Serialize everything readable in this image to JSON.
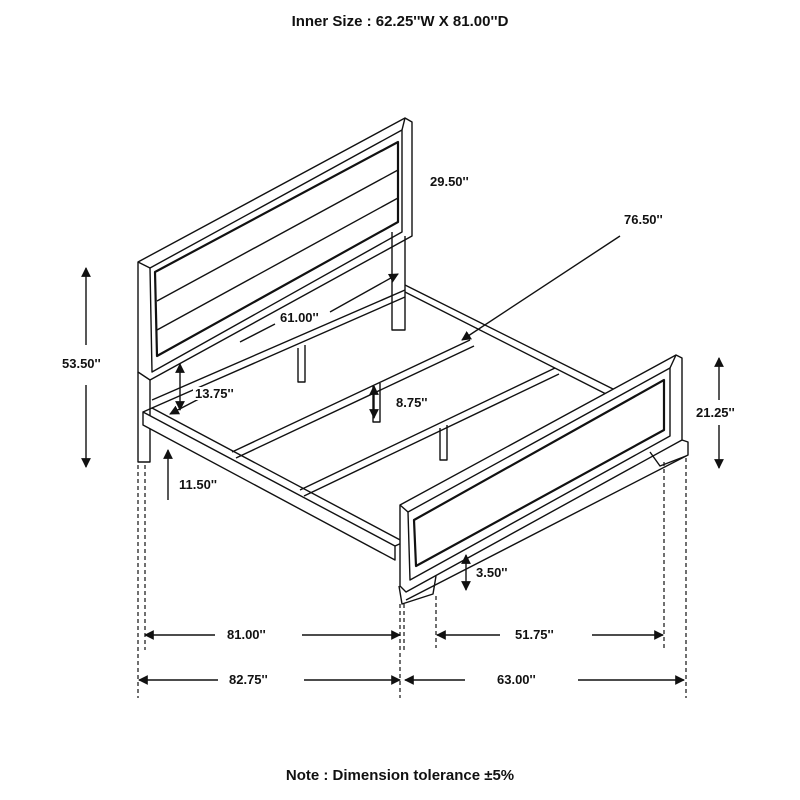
{
  "header": {
    "title": "Inner Size : 62.25''W X 81.00''D"
  },
  "footer": {
    "note": "Note : Dimension tolerance ±5%"
  },
  "dimensions": {
    "overall_height": "53.50''",
    "headboard_panel_height": "29.50''",
    "inner_length_diagonal": "76.50''",
    "headboard_inner_width": "61.00''",
    "headboard_to_rail": "13.75''",
    "slat_support_leg": "8.75''",
    "footboard_height": "21.25''",
    "rail_clearance": "11.50''",
    "footboard_leg_height": "3.50''",
    "rail_length": "81.00''",
    "footboard_inner_width": "51.75''",
    "overall_length": "82.75''",
    "overall_width": "63.00''"
  },
  "colors": {
    "line": "#111111",
    "background": "#ffffff"
  }
}
